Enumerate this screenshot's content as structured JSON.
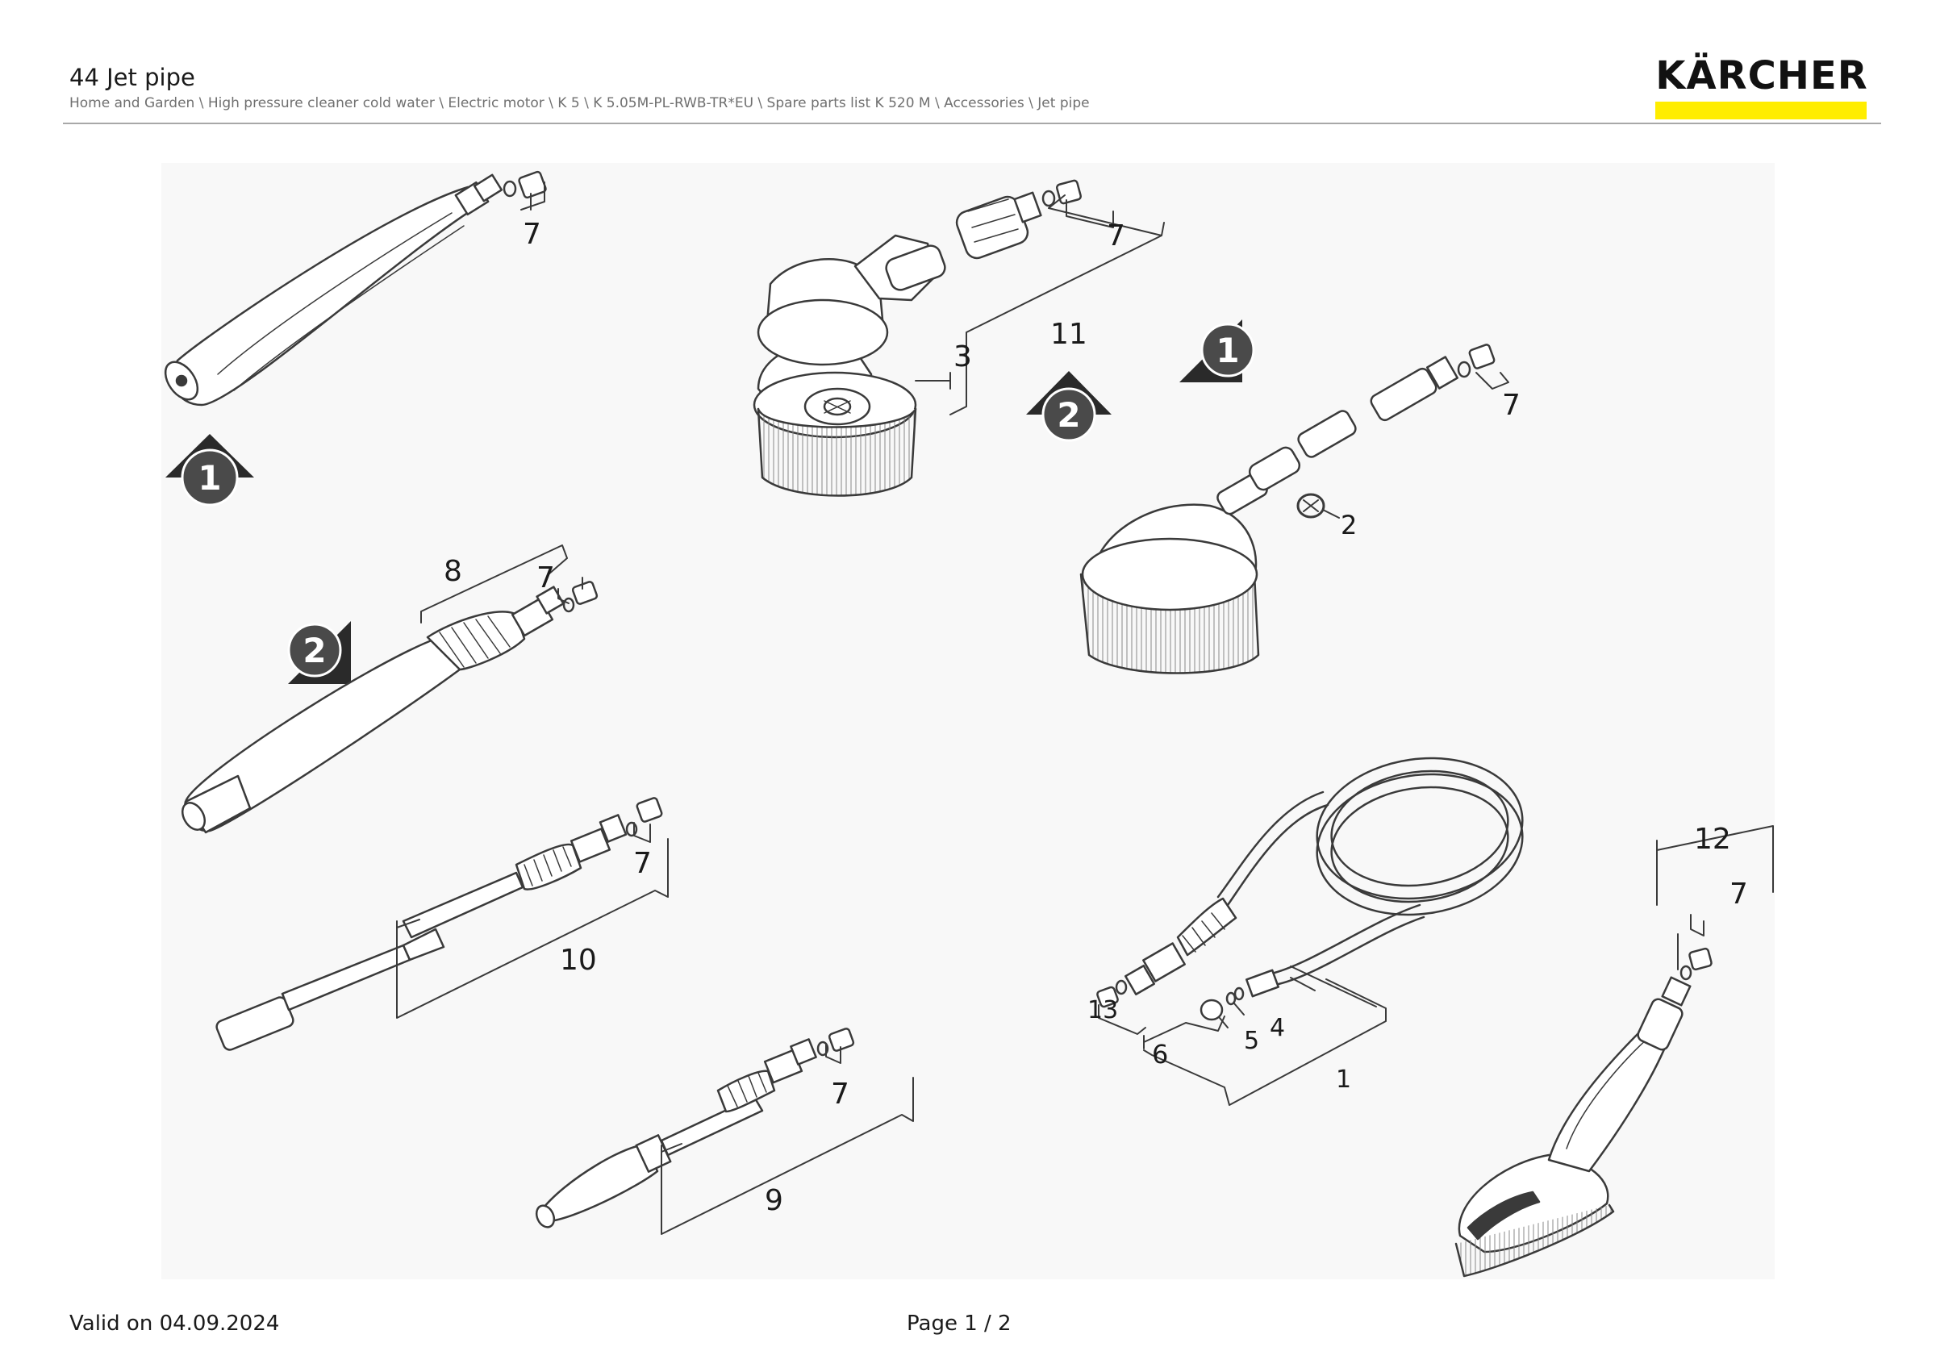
{
  "header": {
    "title": "44 Jet pipe",
    "breadcrumb": "Home and Garden \\ High pressure cleaner cold water \\ Electric motor \\ K 5 \\ K 5.05M-PL-RWB-TR*EU \\ Spare parts list K 520 M \\ Accessories \\ Jet pipe"
  },
  "logo": {
    "text": "KÄRCHER",
    "accent_color": "#ffed00"
  },
  "diagram": {
    "part_numbers": {
      "p7a": "7",
      "p11": "11",
      "p3": "3",
      "p7b": "7",
      "p7c": "7",
      "p2": "2",
      "p8": "8",
      "p7d": "7",
      "p7e": "7",
      "p10": "10",
      "p7f": "7",
      "p9": "9",
      "p13": "13",
      "p5": "5",
      "p4": "4",
      "p6": "6",
      "p1": "1",
      "p12": "12",
      "p7g": "7"
    },
    "markers": {
      "m1a": "1",
      "m2a": "2",
      "m1b": "1",
      "m2b": "2"
    }
  },
  "footer": {
    "valid_on": "Valid on 04.09.2024",
    "page": "Page 1 / 2"
  }
}
